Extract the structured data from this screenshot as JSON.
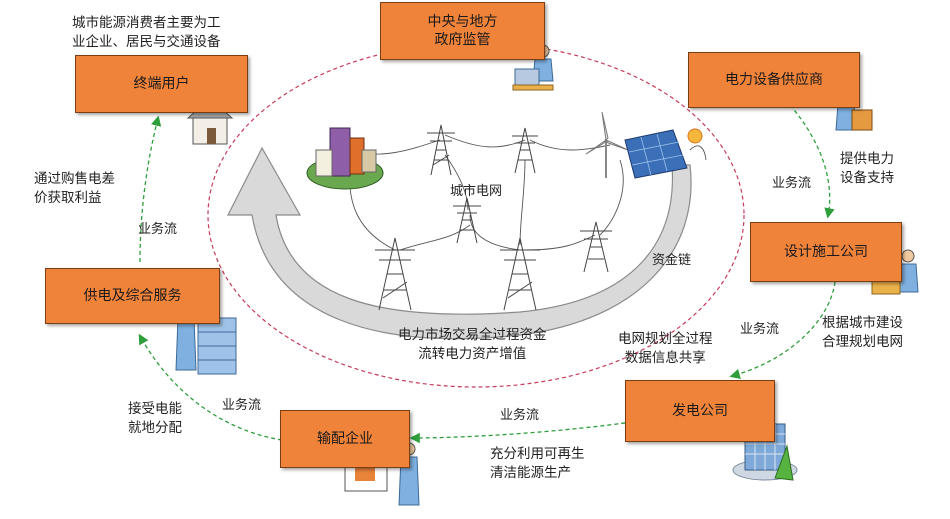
{
  "nodes": {
    "gov": "中央与地方\n政府监管",
    "end_user": "终端用户",
    "equip_supplier": "电力设备供应商",
    "design_firm": "设计施工公司",
    "power_gen": "发电公司",
    "distribution": "输配企业",
    "supply_service": "供电及综合服务"
  },
  "notes": {
    "end_user_desc": "城市能源消费者主要为工\n业企业、居民与交通设备",
    "profit": "通过购售电差\n价获取利益",
    "supply_support": "提供电力\n设备支持",
    "planning": "根据城市建设\n合理规划电网",
    "renewable": "充分利用可再生\n清洁能源生产",
    "accept_power": "接受电能\n就地分配",
    "data_share": "电网规划全过程\n数据信息共享",
    "capital_flow": "电力市场交易全过程资金\n流转电力资产增值"
  },
  "flow_labels": {
    "left_top": "业务流",
    "right_top": "业务流",
    "right_mid": "业务流",
    "bottom": "业务流",
    "left_bottom": "业务流"
  },
  "center": {
    "grid": "城市电网",
    "capital_chain": "资金链"
  },
  "colors": {
    "box_fill": "#f0833a",
    "box_border": "#7a3e12",
    "business_flow_arrow": "#2e9e3a",
    "outer_ring": "#c73b5a",
    "capital_arrow": "#d9d9d9"
  },
  "icons": [
    "house-icon",
    "person-laptop-icon",
    "person-equipment-icon",
    "person-planning-icon",
    "office-building-icon",
    "person-presentation-icon",
    "person-server-icon",
    "transmission-tower-icon",
    "city-buildings-icon",
    "wind-turbine-icon",
    "solar-panel-icon"
  ]
}
